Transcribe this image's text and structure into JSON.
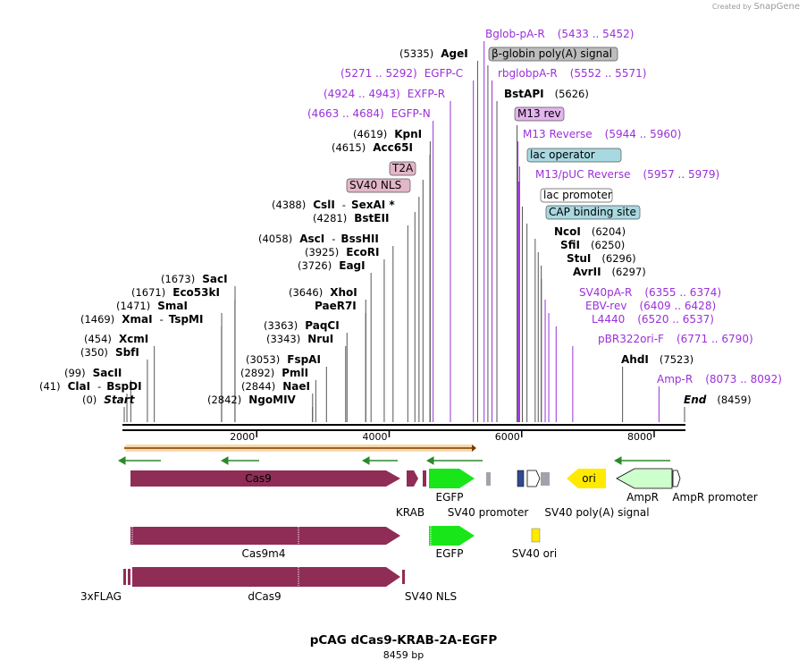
{
  "credit": {
    "prefix": "Created by",
    "brand": "SnapGene"
  },
  "title": "pCAG dCas9-KRAB-2A-EGFP",
  "size_label": "8459 bp",
  "total_bp": 8459,
  "colors": {
    "enzyme_line": "#555555",
    "primer_line": "#9b30d9",
    "cas9": "#8f2d56",
    "egfp": "#19e619",
    "ori": "#ffea00",
    "ampr": "#ccffcc",
    "promoter_box": "#a0a4aa",
    "backbone": "#000000"
  },
  "ticks": [
    {
      "bp": 2000,
      "label": "2000"
    },
    {
      "bp": 4000,
      "label": "4000"
    },
    {
      "bp": 6000,
      "label": "6000"
    },
    {
      "bp": 8000,
      "label": "8000"
    }
  ],
  "sites": [
    {
      "kind": "enzyme",
      "pos": "(0)",
      "name": "Start",
      "italic": true,
      "bp": 0
    },
    {
      "kind": "enzyme",
      "pos": "(41)",
      "name": "ClaI",
      "name2": "BspDI",
      "bp": 41
    },
    {
      "kind": "enzyme",
      "pos": "(99)",
      "name": "SacII",
      "bp": 99
    },
    {
      "kind": "enzyme",
      "pos": "(350)",
      "name": "SbfI",
      "bp": 350
    },
    {
      "kind": "enzyme",
      "pos": "(454)",
      "name": "XcmI",
      "bp": 454
    },
    {
      "kind": "enzyme",
      "pos": "(1469)",
      "name": "XmaI",
      "name2": "TspMI",
      "bp": 1469
    },
    {
      "kind": "enzyme",
      "pos": "(1471)",
      "name": "SmaI",
      "bp": 1471
    },
    {
      "kind": "enzyme",
      "pos": "(1671)",
      "name": "Eco53kI",
      "bp": 1671
    },
    {
      "kind": "enzyme",
      "pos": "(1673)",
      "name": "SacI",
      "bp": 1673
    },
    {
      "kind": "enzyme",
      "pos": "(2842)",
      "name": "NgoMIV",
      "bp": 2842
    },
    {
      "kind": "enzyme",
      "pos": "(2844)",
      "name": "NaeI",
      "bp": 2844
    },
    {
      "kind": "enzyme",
      "pos": "(2892)",
      "name": "PmlI",
      "bp": 2892
    },
    {
      "kind": "enzyme",
      "pos": "(3053)",
      "name": "FspAI",
      "bp": 3053
    },
    {
      "kind": "enzyme",
      "pos": "(3343)",
      "name": "NruI",
      "bp": 3343
    },
    {
      "kind": "enzyme",
      "pos": "(3363)",
      "name": "PaqCI",
      "bp": 3363
    },
    {
      "kind": "enzyme",
      "pos": "",
      "name": "PaeR7I",
      "bp": 3646
    },
    {
      "kind": "enzyme",
      "pos": "(3646)",
      "name": "XhoI",
      "bp": 3646
    },
    {
      "kind": "enzyme",
      "pos": "(3726)",
      "name": "EagI",
      "bp": 3726
    },
    {
      "kind": "enzyme",
      "pos": "(3925)",
      "name": "EcoRI",
      "bp": 3925
    },
    {
      "kind": "enzyme",
      "pos": "(4058)",
      "name": "AscI",
      "name2": "BssHII",
      "bp": 4058
    },
    {
      "kind": "enzyme",
      "pos": "(4281)",
      "name": "BstEII",
      "bp": 4281
    },
    {
      "kind": "enzyme",
      "pos": "(4388)",
      "name": "CslI",
      "name2": "SexAI *",
      "bp": 4388
    },
    {
      "kind": "feature",
      "name": "SV40 NLS",
      "fill": "#e3b6c8",
      "bp": 4450
    },
    {
      "kind": "feature",
      "name": "T2A",
      "fill": "#e3b6c8",
      "bp": 4510
    },
    {
      "kind": "enzyme",
      "pos": "(4615)",
      "name": "Acc65I",
      "bp": 4615
    },
    {
      "kind": "enzyme",
      "pos": "(4619)",
      "name": "KpnI",
      "bp": 4619
    },
    {
      "kind": "primer",
      "name": "EGFP-N",
      "range": "(4663 .. 4684)",
      "bp": 4663
    },
    {
      "kind": "primer",
      "name": "EXFP-R",
      "range": "(4924 .. 4943)",
      "bp": 4924
    },
    {
      "kind": "primer",
      "name": "EGFP-C",
      "range": "(5271 .. 5292)",
      "bp": 5271
    },
    {
      "kind": "enzyme",
      "pos": "(5335)",
      "name": "AgeI",
      "bp": 5335
    },
    {
      "kind": "primer",
      "name": "Bglob-pA-R",
      "range": "(5433 .. 5452)",
      "bp": 5433
    },
    {
      "kind": "feature",
      "name": "β-globin poly(A) signal",
      "fill": "#bdbdbd",
      "bp": 5490
    },
    {
      "kind": "primer",
      "name": "rbglobpA-R",
      "range": "(5552 .. 5571)",
      "bp": 5552
    },
    {
      "kind": "enzyme",
      "pos": "(5626)",
      "name": "BstAPI",
      "bp": 5626,
      "name_first": true
    },
    {
      "kind": "feature",
      "name": "M13 rev",
      "fill": "#e5b3ee",
      "bp": 5930
    },
    {
      "kind": "primer",
      "name": "M13 Reverse",
      "range": "(5944 .. 5960)",
      "bp": 5944
    },
    {
      "kind": "feature",
      "name": "lac operator",
      "fill": "#a8d8e0",
      "bp": 5968
    },
    {
      "kind": "primer",
      "name": "M13/pUC Reverse",
      "range": "(5957 .. 5979)",
      "bp": 5957
    },
    {
      "kind": "feature",
      "name": "lac promoter",
      "fill": "#ffffff",
      "bp": 6010
    },
    {
      "kind": "feature",
      "name": "CAP binding site",
      "fill": "#a8d8e0",
      "bp": 6080
    },
    {
      "kind": "enzyme",
      "pos": "(6204)",
      "name": "NcoI",
      "bp": 6204,
      "name_first": true
    },
    {
      "kind": "enzyme",
      "pos": "(6250)",
      "name": "SfiI",
      "bp": 6250,
      "name_first": true
    },
    {
      "kind": "enzyme",
      "pos": "(6296)",
      "name": "StuI",
      "bp": 6296,
      "name_first": true
    },
    {
      "kind": "enzyme",
      "pos": "(6297)",
      "name": "AvrII",
      "bp": 6297,
      "name_first": true
    },
    {
      "kind": "primer",
      "name": "SV40pA-R",
      "range": "(6355 .. 6374)",
      "bp": 6355
    },
    {
      "kind": "primer",
      "name": "EBV-rev",
      "range": "(6409 .. 6428)",
      "bp": 6409
    },
    {
      "kind": "primer",
      "name": "L4440",
      "range": "(6520 .. 6537)",
      "bp": 6520
    },
    {
      "kind": "primer",
      "name": "pBR322ori-F",
      "range": "(6771 .. 6790)",
      "bp": 6771
    },
    {
      "kind": "enzyme",
      "pos": "(7523)",
      "name": "AhdI",
      "bp": 7523,
      "name_first": true
    },
    {
      "kind": "primer",
      "name": "Amp-R",
      "range": "(8073 .. 8092)",
      "bp": 8073
    },
    {
      "kind": "enzyme",
      "pos": "(8459)",
      "name": "End",
      "italic": true,
      "bp": 8459,
      "name_first": true
    }
  ],
  "feature_labels": {
    "cas9": "Cas9",
    "krab": "KRAB",
    "egfp": "EGFP",
    "sv40_promoter": "SV40 promoter",
    "ori": "ori",
    "sv40_polya": "SV40 poly(A) signal",
    "ampr": "AmpR",
    "ampr_promoter": "AmpR promoter",
    "cas9m4": "Cas9m4",
    "egfp2": "EGFP",
    "sv40_ori": "SV40 ori",
    "flag": "3xFLAG",
    "dcas9": "dCas9",
    "sv40_nls": "SV40 NLS"
  }
}
